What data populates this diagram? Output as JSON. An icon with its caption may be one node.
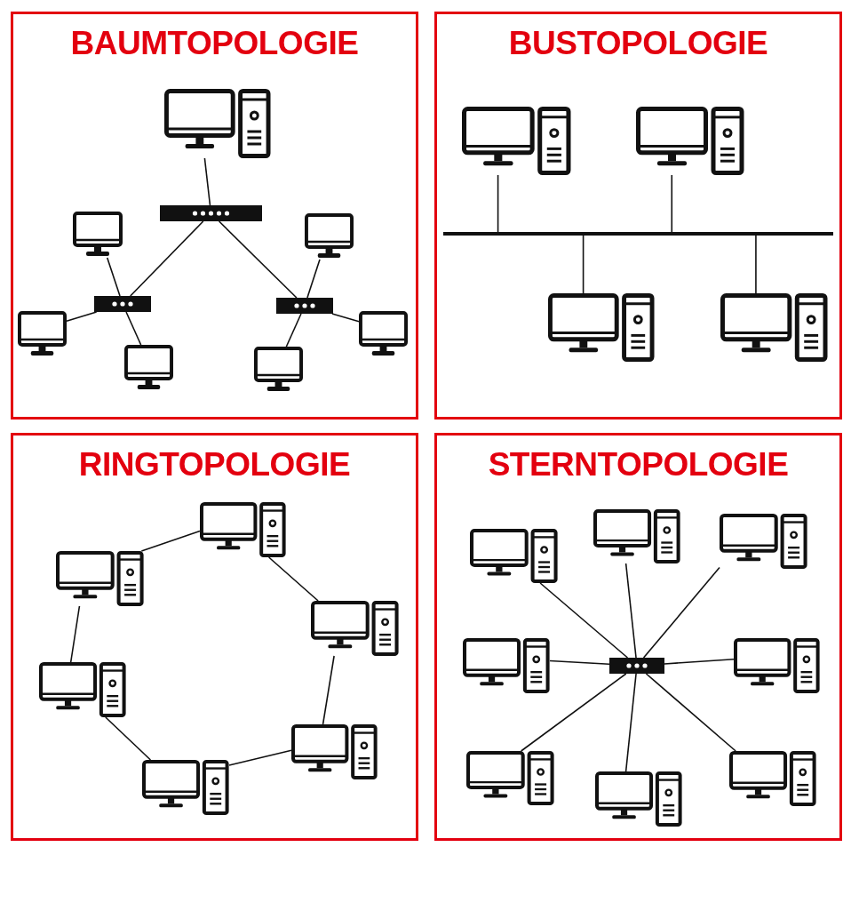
{
  "diagram": {
    "nodes": [
      {
        "text": [
          "BAUMTOPOLOGIE"
        ]
      },
      {
        "text": [],
        "shape": "computer",
        "in": 0
      },
      {
        "text": [],
        "shape": "bar",
        "in": 0
      },
      {
        "text": [],
        "shape": "monitor",
        "in": 0
      },
      {
        "text": [],
        "shape": "monitor",
        "in": 0
      },
      {
        "text": [],
        "shape": "bar",
        "in": 0
      },
      {
        "text": [],
        "shape": "bar",
        "in": 0
      },
      {
        "text": [],
        "shape": "monitor",
        "in": 0
      },
      {
        "text": [],
        "shape": "monitor",
        "in": 0
      },
      {
        "text": [],
        "shape": "monitor",
        "in": 0
      },
      {
        "text": [],
        "shape": "monitor",
        "in": 0
      },
      {
        "text": [
          "BUSTOPOLOGIE"
        ]
      },
      {
        "text": [],
        "shape": "computer",
        "in": 11
      },
      {
        "text": [],
        "shape": "computer",
        "in": 11
      },
      {
        "text": [],
        "shape": "line",
        "in": 11
      },
      {
        "text": [],
        "shape": "computer",
        "in": 11
      },
      {
        "text": [],
        "shape": "computer",
        "in": 11
      },
      {
        "text": [
          "RINGTOPOLOGIE"
        ]
      },
      {
        "text": [],
        "shape": "computer",
        "in": 17
      },
      {
        "text": [],
        "shape": "computer",
        "in": 17
      },
      {
        "text": [],
        "shape": "computer",
        "in": 17
      },
      {
        "text": [],
        "shape": "computer",
        "in": 17
      },
      {
        "text": [],
        "shape": "computer",
        "in": 17
      },
      {
        "text": [],
        "shape": "computer",
        "in": 17
      },
      {
        "text": [
          "STERNTOPOLOGIE"
        ]
      },
      {
        "text": [],
        "shape": "bar",
        "in": 24
      },
      {
        "text": [],
        "shape": "computer",
        "in": 24
      },
      {
        "text": [],
        "shape": "computer",
        "in": 24
      },
      {
        "text": [],
        "shape": "computer",
        "in": 24
      },
      {
        "text": [],
        "shape": "computer",
        "in": 24
      },
      {
        "text": [],
        "shape": "computer",
        "in": 24
      },
      {
        "text": [],
        "shape": "computer",
        "in": 24
      },
      {
        "text": [],
        "shape": "computer",
        "in": 24
      },
      {
        "text": [],
        "shape": "computer",
        "in": 24
      }
    ],
    "edges": [
      {
        "from": 1,
        "to": 2,
        "arrow": "none"
      },
      {
        "from": 2,
        "to": 5,
        "arrow": "none"
      },
      {
        "from": 2,
        "to": 6,
        "arrow": "none"
      },
      {
        "from": 5,
        "to": 3,
        "arrow": "none"
      },
      {
        "from": 5,
        "to": 7,
        "arrow": "none"
      },
      {
        "from": 5,
        "to": 9,
        "arrow": "none"
      },
      {
        "from": 6,
        "to": 4,
        "arrow": "none"
      },
      {
        "from": 6,
        "to": 8,
        "arrow": "none"
      },
      {
        "from": 6,
        "to": 10,
        "arrow": "none"
      },
      {
        "from": 12,
        "to": 14,
        "arrow": "none"
      },
      {
        "from": 13,
        "to": 14,
        "arrow": "none"
      },
      {
        "from": 14,
        "to": 15,
        "arrow": "none"
      },
      {
        "from": 14,
        "to": 16,
        "arrow": "none"
      },
      {
        "from": 18,
        "to": 20,
        "arrow": "none"
      },
      {
        "from": 20,
        "to": 22,
        "arrow": "none"
      },
      {
        "from": 22,
        "to": 23,
        "arrow": "none"
      },
      {
        "from": 23,
        "to": 21,
        "arrow": "none"
      },
      {
        "from": 21,
        "to": 19,
        "arrow": "none"
      },
      {
        "from": 19,
        "to": 18,
        "arrow": "none"
      },
      {
        "from": 25,
        "to": 26,
        "arrow": "none"
      },
      {
        "from": 25,
        "to": 27,
        "arrow": "none"
      },
      {
        "from": 25,
        "to": 28,
        "arrow": "none"
      },
      {
        "from": 25,
        "to": 29,
        "arrow": "none"
      },
      {
        "from": 25,
        "to": 30,
        "arrow": "none"
      },
      {
        "from": 25,
        "to": 31,
        "arrow": "none"
      },
      {
        "from": 25,
        "to": 32,
        "arrow": "none"
      },
      {
        "from": 25,
        "to": 33,
        "arrow": "none"
      }
    ]
  }
}
